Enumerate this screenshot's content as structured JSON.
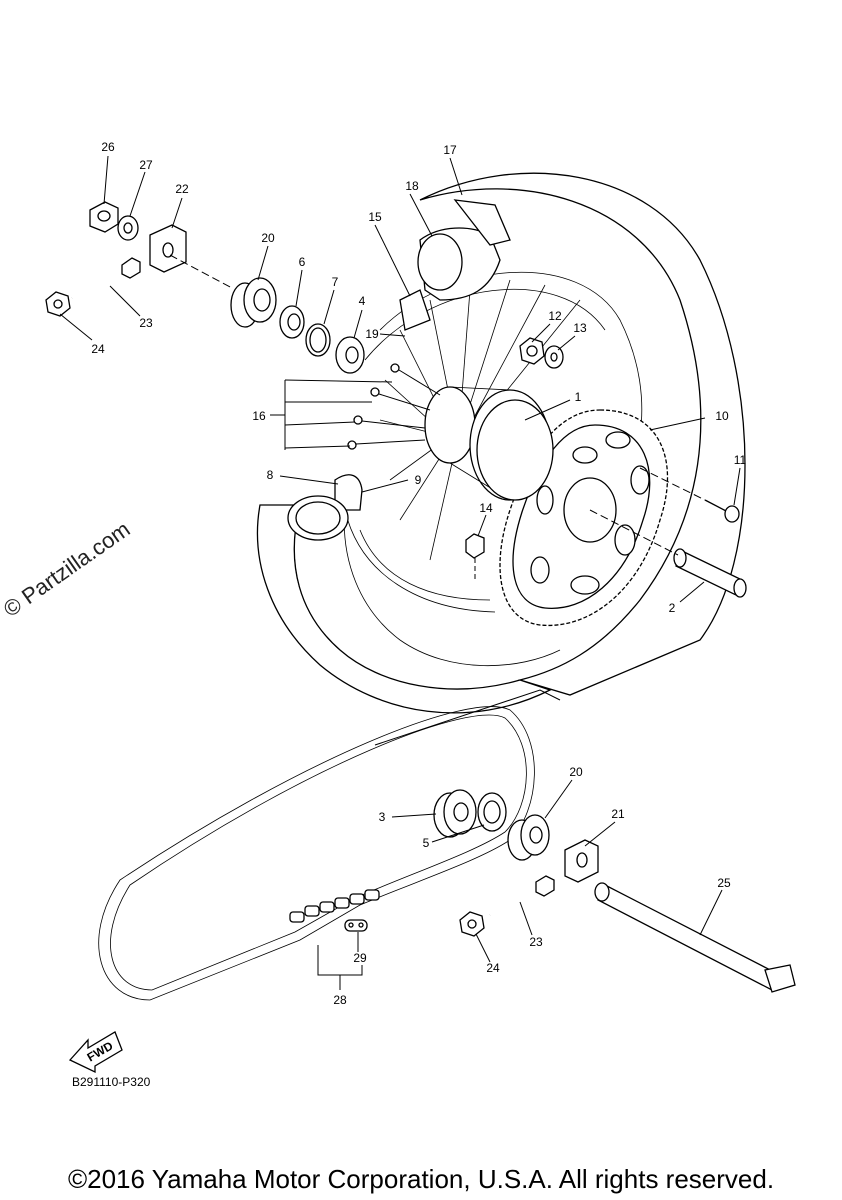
{
  "watermark": "© Partzilla.com",
  "diagram_code": "B291110-P320",
  "copyright": "©2016 Yamaha Motor Corporation, U.S.A. All rights reserved.",
  "fwd_label": "FWD",
  "callouts": {
    "c1": "1",
    "c2": "2",
    "c3": "3",
    "c4": "4",
    "c5": "5",
    "c6": "6",
    "c7": "7",
    "c8": "8",
    "c9": "9",
    "c10": "10",
    "c11": "11",
    "c12": "12",
    "c13": "13",
    "c14": "14",
    "c15": "15",
    "c16": "16",
    "c17": "17",
    "c18": "18",
    "c19": "19",
    "c20a": "20",
    "c20b": "20",
    "c21": "21",
    "c22": "22",
    "c23a": "23",
    "c23b": "23",
    "c24a": "24",
    "c24b": "24",
    "c25": "25",
    "c26": "26",
    "c27": "27",
    "c28": "28",
    "c29": "29"
  }
}
